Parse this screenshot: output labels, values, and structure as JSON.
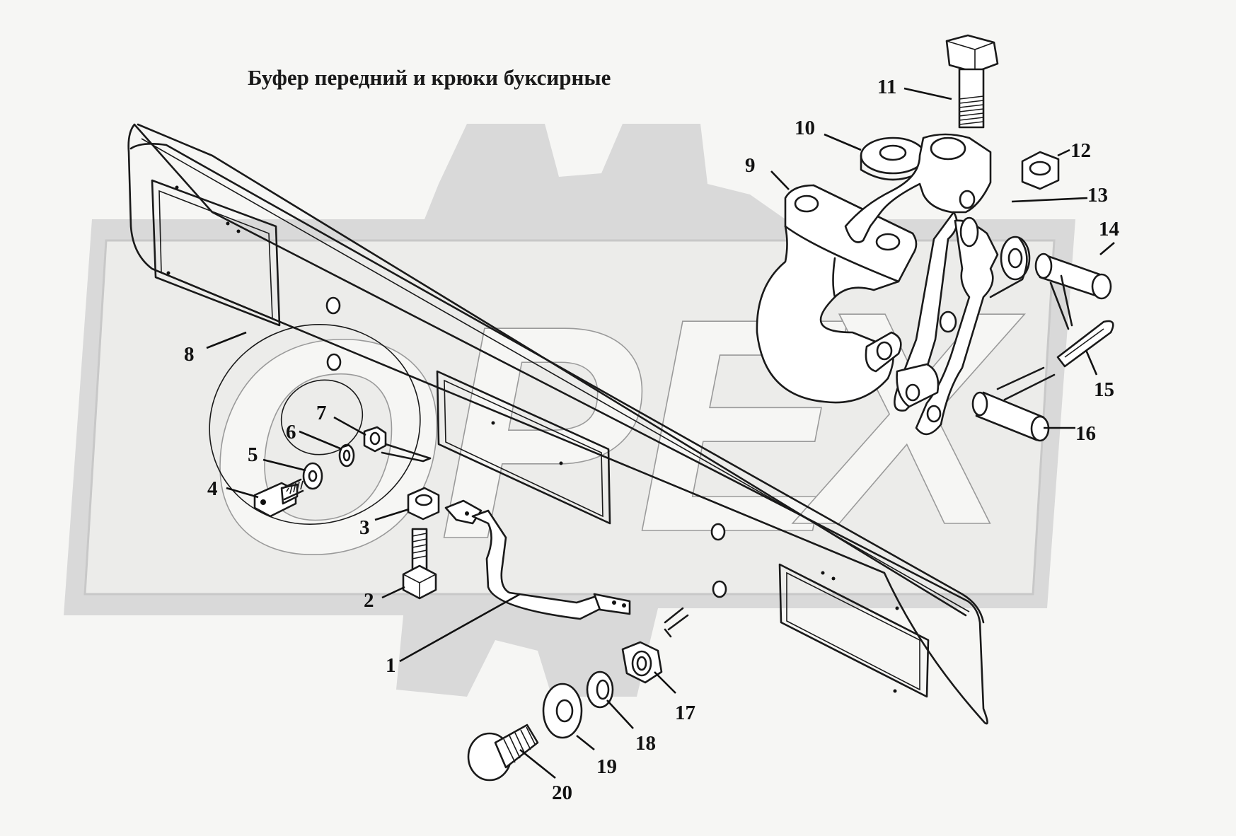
{
  "title": "Буфер передний и крюки буксирные",
  "watermark": {
    "text": "OPEX",
    "letters": [
      "O",
      "P",
      "E",
      "X"
    ],
    "shape": "gear-logo"
  },
  "colors": {
    "background": "#f6f6f4",
    "ink": "#1a1a1a",
    "watermark": "#d9d9d9"
  },
  "callouts": [
    {
      "num": "1",
      "part": "bracket"
    },
    {
      "num": "2",
      "part": "bolt"
    },
    {
      "num": "3",
      "part": "nut"
    },
    {
      "num": "4",
      "part": "bolt"
    },
    {
      "num": "5",
      "part": "washer"
    },
    {
      "num": "6",
      "part": "lock-washer"
    },
    {
      "num": "7",
      "part": "nut"
    },
    {
      "num": "8",
      "part": "bumper"
    },
    {
      "num": "9",
      "part": "tow-hook"
    },
    {
      "num": "10",
      "part": "washer"
    },
    {
      "num": "11",
      "part": "bolt"
    },
    {
      "num": "12",
      "part": "nut"
    },
    {
      "num": "13",
      "part": "hook-bracket"
    },
    {
      "num": "14",
      "part": "pin"
    },
    {
      "num": "15",
      "part": "cotter-pin"
    },
    {
      "num": "16",
      "part": "pin"
    },
    {
      "num": "17",
      "part": "nut"
    },
    {
      "num": "18",
      "part": "lock-washer"
    },
    {
      "num": "19",
      "part": "washer"
    },
    {
      "num": "20",
      "part": "bolt"
    }
  ]
}
